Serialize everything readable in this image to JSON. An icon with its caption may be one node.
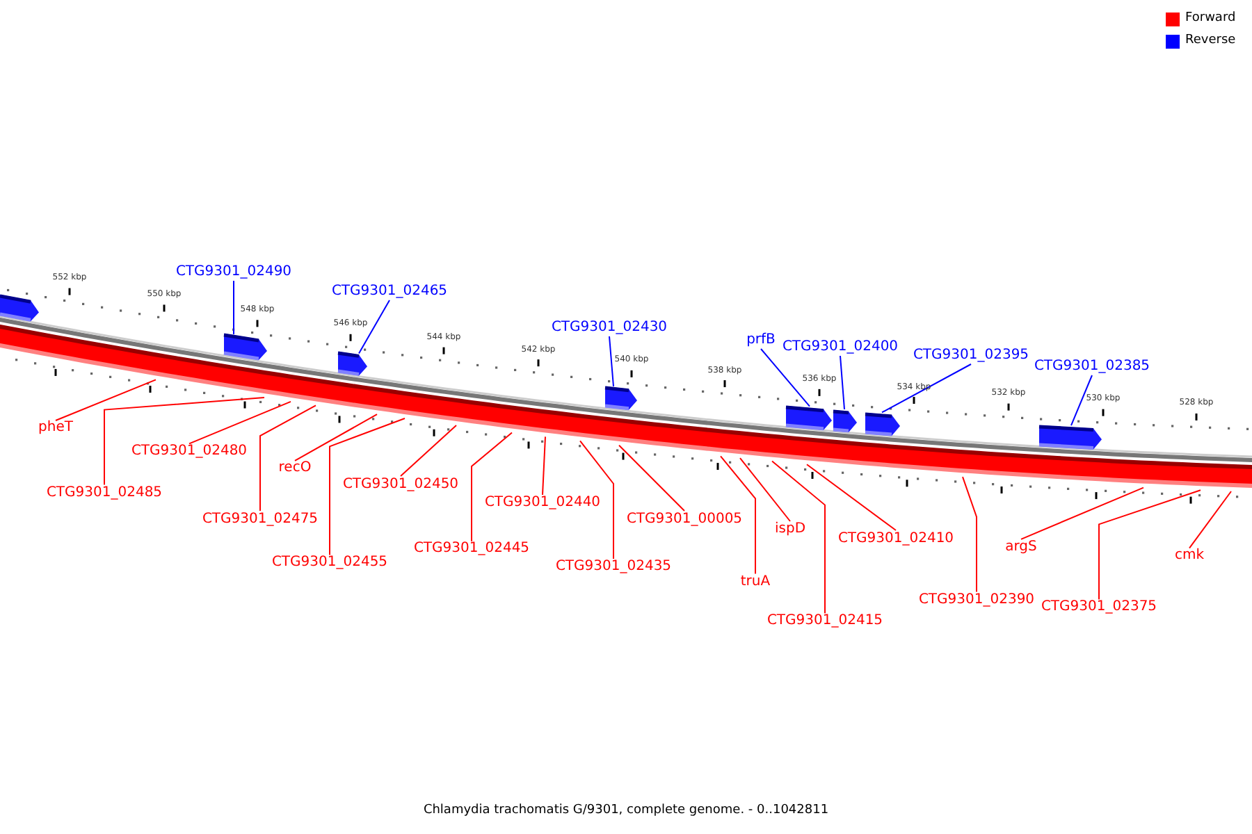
{
  "diagram": {
    "caption": "Chlamydia trachomatis G/9301, complete genome. - 0..1042811",
    "nodes": [
      {
        "text": [],
        "shape": "arrow"
      },
      {
        "text": [
          "CTG9301_02490"
        ]
      },
      {
        "text": [],
        "shape": "arrow"
      },
      {
        "text": [
          "CTG9301_02465"
        ]
      },
      {
        "text": [],
        "shape": "arrow"
      },
      {
        "text": [
          "CTG9301_02430"
        ]
      },
      {
        "text": [],
        "shape": "arrow"
      },
      {
        "text": [
          "prfB"
        ]
      },
      {
        "text": [],
        "shape": "arrow"
      },
      {
        "text": [
          "CTG9301_02400"
        ]
      },
      {
        "text": [],
        "shape": "arrow"
      },
      {
        "text": [
          "CTG9301_02395"
        ]
      },
      {
        "text": [],
        "shape": "arrow"
      },
      {
        "text": [
          "CTG9301_02385"
        ]
      },
      {
        "text": [],
        "shape": "arrow"
      },
      {
        "text": [
          "pheT"
        ]
      },
      {
        "text": [
          "CTG9301_02485"
        ]
      },
      {
        "text": [
          "CTG9301_02480"
        ]
      },
      {
        "text": [
          "CTG9301_02475"
        ]
      },
      {
        "text": [
          "recO"
        ]
      },
      {
        "text": [
          "CTG9301_02455"
        ]
      },
      {
        "text": [
          "CTG9301_02450"
        ]
      },
      {
        "text": [
          "CTG9301_02445"
        ]
      },
      {
        "text": [
          "CTG9301_02440"
        ]
      },
      {
        "text": [
          "CTG9301_00005"
        ]
      },
      {
        "text": [
          "CTG9301_02435"
        ]
      },
      {
        "text": [
          "truA"
        ]
      },
      {
        "text": [
          "ispD"
        ]
      },
      {
        "text": [
          "CTG9301_02415"
        ]
      },
      {
        "text": [
          "CTG9301_02410"
        ]
      },
      {
        "text": [
          "CTG9301_02390"
        ]
      },
      {
        "text": [
          "argS"
        ]
      },
      {
        "text": [
          "CTG9301_02375"
        ]
      },
      {
        "text": [
          "cmk"
        ]
      }
    ],
    "edges": [
      {
        "from": 1,
        "to": 2,
        "arrow": "none",
        "color": "#0000ff"
      },
      {
        "from": 3,
        "to": 4,
        "arrow": "none",
        "color": "#0000ff"
      },
      {
        "from": 5,
        "to": 6,
        "arrow": "none",
        "color": "#0000ff"
      },
      {
        "from": 7,
        "to": 8,
        "arrow": "none",
        "color": "#0000ff"
      },
      {
        "from": 9,
        "to": 10,
        "arrow": "none",
        "color": "#0000ff"
      },
      {
        "from": 11,
        "to": 12,
        "arrow": "none",
        "color": "#0000ff"
      },
      {
        "from": 13,
        "to": 14,
        "arrow": "none",
        "color": "#0000ff"
      },
      {
        "from": 15,
        "to": null,
        "arrow": "none"
      },
      {
        "from": 16,
        "to": null,
        "arrow": "none"
      },
      {
        "from": 17,
        "to": null,
        "arrow": "none"
      },
      {
        "from": 18,
        "to": null,
        "arrow": "none"
      },
      {
        "from": 19,
        "to": null,
        "arrow": "none"
      },
      {
        "from": 20,
        "to": null,
        "arrow": "none"
      },
      {
        "from": 21,
        "to": null,
        "arrow": "none"
      },
      {
        "from": 22,
        "to": null,
        "arrow": "none"
      },
      {
        "from": 23,
        "to": null,
        "arrow": "none"
      },
      {
        "from": 24,
        "to": null,
        "arrow": "none"
      },
      {
        "from": 25,
        "to": null,
        "arrow": "none"
      },
      {
        "from": 26,
        "to": null,
        "arrow": "none"
      },
      {
        "from": 27,
        "to": null,
        "arrow": "none"
      },
      {
        "from": 28,
        "to": null,
        "arrow": "none"
      },
      {
        "from": 29,
        "to": null,
        "arrow": "none"
      },
      {
        "from": 30,
        "to": null,
        "arrow": "none"
      },
      {
        "from": 31,
        "to": null,
        "arrow": "none"
      },
      {
        "from": 32,
        "to": null,
        "arrow": "none"
      },
      {
        "from": 33,
        "to": null,
        "arrow": "none"
      }
    ],
    "labels": [
      "552 kbp",
      "550 kbp",
      "548 kbp",
      "546 kbp",
      "544 kbp",
      "542 kbp",
      "540 kbp",
      "538 kbp",
      "536 kbp",
      "534 kbp",
      "532 kbp",
      "530 kbp",
      "528 kbp"
    ],
    "legend": [
      {
        "text": "Forward",
        "color": "#ff0000"
      },
      {
        "text": "Reverse",
        "color": "#0000ff"
      }
    ]
  }
}
